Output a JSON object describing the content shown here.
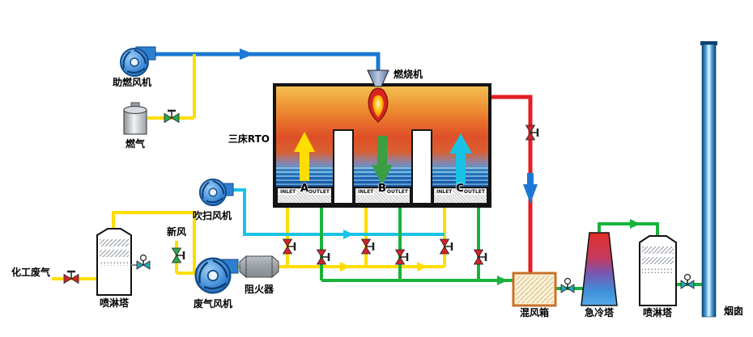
{
  "labels": {
    "aux_fan": "助燃风机",
    "fuel_gas": "燃气",
    "rto_name": "三床RTO",
    "burner": "燃烧机",
    "purge_fan": "吹扫风机",
    "fresh_air": "新风",
    "chem_waste_gas": "化工废气",
    "spray_tower_left": "喷淋塔",
    "waste_gas_fan": "废气风机",
    "flame_arrester": "阻火器",
    "mixing_box": "混风箱",
    "quench_tower": "急冷塔",
    "spray_tower_right": "喷淋塔",
    "chimney": "烟囱",
    "chamber_a": "A",
    "chamber_b": "B",
    "chamber_c": "C",
    "inlet": "INLET",
    "outlet": "OUTLET"
  },
  "colors": {
    "pipe_combustion_air": "#1C78D4",
    "pipe_waste_gas": "#FFDD00",
    "pipe_purge": "#19C3E6",
    "pipe_clean_gas": "#17B33C",
    "pipe_hot_bypass": "#E31E24",
    "bed_arrow_green": "#3C9E42",
    "valve_red": "#D1242B",
    "valve_green": "#2EA84E",
    "valve_teal": "#2AA7B8"
  }
}
